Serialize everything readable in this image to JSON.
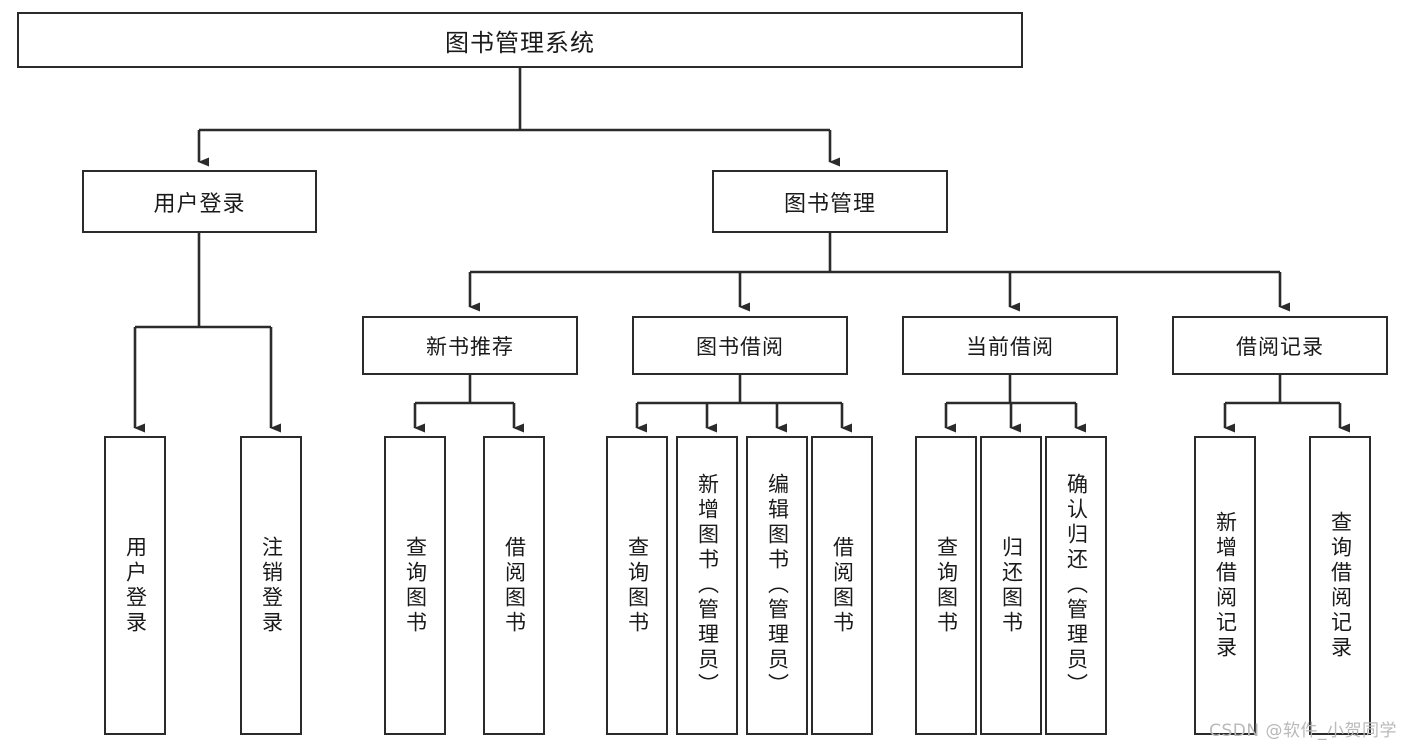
{
  "diagram": {
    "title": "图书管理系统",
    "type": "tree-hierarchy-chart",
    "watermark": "CSDN @软件_小贺同学",
    "colors": {
      "node_border": "#2b2b2b",
      "node_fill": "#ffffff",
      "edge": "#2b2b2b",
      "text": "#1a1a1a",
      "watermark": "#b9b9b9",
      "background": "#ffffff"
    },
    "nodes": {
      "root": {
        "label": "图书管理系统"
      },
      "level1": [
        {
          "id": "user-login",
          "label": "用户登录"
        },
        {
          "id": "book-manage",
          "label": "图书管理"
        }
      ],
      "level2": [
        {
          "id": "new-book-recommend",
          "label": "新书推荐",
          "parent": "book-manage"
        },
        {
          "id": "book-borrow",
          "label": "图书借阅",
          "parent": "book-manage"
        },
        {
          "id": "current-borrow",
          "label": "当前借阅",
          "parent": "book-manage"
        },
        {
          "id": "borrow-record",
          "label": "借阅记录",
          "parent": "book-manage"
        }
      ],
      "leaves": [
        {
          "id": "leaf-user-login",
          "label": "用户登录",
          "parent": "user-login"
        },
        {
          "id": "leaf-user-logout",
          "label": "注销登录",
          "parent": "user-login"
        },
        {
          "id": "leaf-query-book-1",
          "label": "查询图书",
          "parent": "new-book-recommend"
        },
        {
          "id": "leaf-borrow-book-1",
          "label": "借阅图书",
          "parent": "new-book-recommend"
        },
        {
          "id": "leaf-query-book-2",
          "label": "查询图书",
          "parent": "book-borrow"
        },
        {
          "id": "leaf-add-book",
          "label": "新增图书（管理员）",
          "parent": "book-borrow"
        },
        {
          "id": "leaf-edit-book",
          "label": "编辑图书（管理员）",
          "parent": "book-borrow"
        },
        {
          "id": "leaf-borrow-book-2",
          "label": "借阅图书",
          "parent": "book-borrow"
        },
        {
          "id": "leaf-query-book-3",
          "label": "查询图书",
          "parent": "current-borrow"
        },
        {
          "id": "leaf-return-book",
          "label": "归还图书",
          "parent": "current-borrow"
        },
        {
          "id": "leaf-confirm-return",
          "label": "确认归还（管理员）",
          "parent": "current-borrow"
        },
        {
          "id": "leaf-add-record",
          "label": "新增借阅记录",
          "parent": "borrow-record"
        },
        {
          "id": "leaf-query-record",
          "label": "查询借阅记录",
          "parent": "borrow-record"
        }
      ]
    }
  }
}
